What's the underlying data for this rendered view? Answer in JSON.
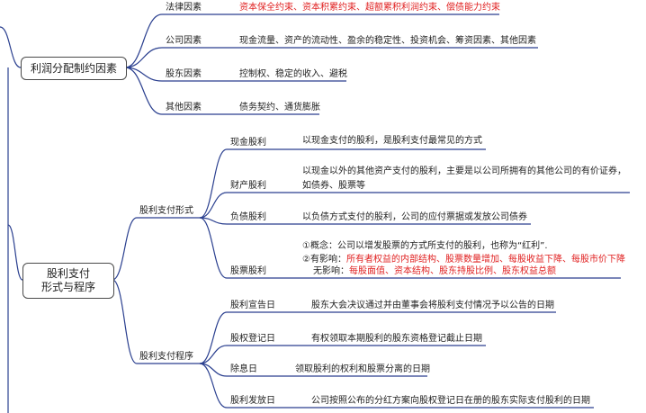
{
  "roots": [
    {
      "id": "profit-factors",
      "lines": [
        "利润分配制约因素"
      ]
    },
    {
      "id": "dividend-forms",
      "lines": [
        "股利支付",
        "形式与程序"
      ]
    }
  ],
  "factors": [
    {
      "label": "法律因素",
      "desc": "资本保全约束、资本积累约束、超额累积利润约束、偿债能力约束",
      "desc_red": true
    },
    {
      "label": "公司因素",
      "desc": "现金流量、资产的流动性、盈余的稳定性、投资机会、筹资因素、其他因素",
      "desc_red": false
    },
    {
      "label": "股东因素",
      "desc": "控制权、稳定的收入、避税",
      "desc_red": false
    },
    {
      "label": "其他因素",
      "desc": "债务契约、通货膨胀",
      "desc_red": false
    }
  ],
  "payment_form": {
    "label": "股利支付形式",
    "items": [
      {
        "label": "现金股利",
        "desc": [
          "以现金支付的股利，是股利支付最常见的方式"
        ]
      },
      {
        "label": "财产股利",
        "desc": [
          "以现金以外的其他资产支付的股利，主要是以公司所拥有的其他公司的有价证券，",
          "如债券、股票等"
        ]
      },
      {
        "label": "负债股利",
        "desc": [
          "以负债方式支付的股利，公司的应付票据或发放公司债券"
        ]
      },
      {
        "label": "股票股利",
        "concept": "①概念：公司以增发股票的方式所支付的股利，也称为“红利”.",
        "impact_prefix": "②有影响：",
        "impact": "所有者权益的内部结构、股票数量增加、每股收益下降、每股市价下降",
        "impact_suffix": "；",
        "noimpact_prefix": "无影响：",
        "noimpact": "每股面值、资本结构、股东持股比例、股东权益总额"
      }
    ]
  },
  "payment_procedure": {
    "label": "股利支付程序",
    "items": [
      {
        "label": "股利宣告日",
        "desc": "股东大会决议通过并由董事会将股利支付情况予以公告的日期"
      },
      {
        "label": "股权登记日",
        "desc": "有权领取本期股利的股东资格登记截止日期"
      },
      {
        "label": "除息日",
        "desc": "领取股利的权利和股票分离的日期"
      },
      {
        "label": "股利发放日",
        "desc": "公司按照公布的分红方案向股权登记日在册的股东实际支付股利的日期"
      }
    ]
  },
  "colors": {
    "underline": "#2a3f8f",
    "connector": "#2a3f8f",
    "red": "#e02020",
    "text": "#222222"
  }
}
